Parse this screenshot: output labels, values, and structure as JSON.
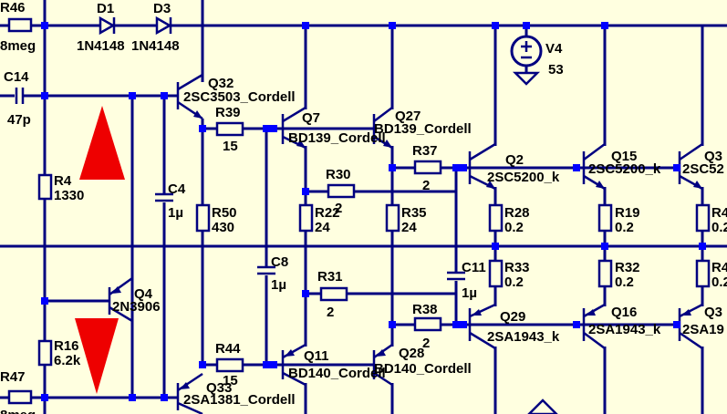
{
  "colors": {
    "background": "#ffffe0",
    "wire": "#000080",
    "junction": "#0000ff",
    "marker": "#ee0000",
    "text": "#000000"
  },
  "components": {
    "R46": {
      "ref": "R46",
      "value": "8meg"
    },
    "D1": {
      "ref": "D1",
      "value": "1N4148"
    },
    "D3": {
      "ref": "D3",
      "value": "1N4148"
    },
    "C14": {
      "ref": "C14",
      "value": "47p"
    },
    "Q32": {
      "ref": "Q32",
      "value": "2SC3503_Cordell"
    },
    "R39": {
      "ref": "R39",
      "value": "15"
    },
    "Q7": {
      "ref": "Q7",
      "value": "BD139_Cordell"
    },
    "Q27": {
      "ref": "Q27",
      "value": "BD139_Cordell"
    },
    "V4": {
      "ref": "V4",
      "value": "53"
    },
    "R4": {
      "ref": "R4",
      "value": "1330"
    },
    "C4": {
      "ref": "C4",
      "value": "1µ"
    },
    "R50": {
      "ref": "R50",
      "value": "430"
    },
    "R30": {
      "ref": "R30",
      "value": "2"
    },
    "R22": {
      "ref": "R22",
      "value": "24"
    },
    "R35": {
      "ref": "R35",
      "value": "24"
    },
    "R37": {
      "ref": "R37",
      "value": "2"
    },
    "Q2": {
      "ref": "Q2",
      "value": "2SC5200_k"
    },
    "Q15": {
      "ref": "Q15",
      "value": "2SC5200_k"
    },
    "Q3": {
      "ref": "Q3",
      "value": "2SC52"
    },
    "R28": {
      "ref": "R28",
      "value": "0.2"
    },
    "R19": {
      "ref": "R19",
      "value": "0.2"
    },
    "R4b": {
      "ref": "R4",
      "value": "0.2"
    },
    "Q4": {
      "ref": "Q4",
      "value": "2N3906"
    },
    "C8": {
      "ref": "C8",
      "value": "1µ"
    },
    "R31": {
      "ref": "R31",
      "value": "2"
    },
    "C11": {
      "ref": "C11",
      "value": "1µ"
    },
    "R33": {
      "ref": "R33",
      "value": "0.2"
    },
    "R32": {
      "ref": "R32",
      "value": "0.2"
    },
    "R4c": {
      "ref": "R4",
      "value": "0.2"
    },
    "R16": {
      "ref": "R16",
      "value": "6.2k"
    },
    "R38": {
      "ref": "R38",
      "value": "2"
    },
    "Q29": {
      "ref": "Q29",
      "value": "2SA1943_k"
    },
    "Q16": {
      "ref": "Q16",
      "value": "2SA1943_k"
    },
    "Q3b": {
      "ref": "Q3",
      "value": "2SA19"
    },
    "R44": {
      "ref": "R44",
      "value": "15"
    },
    "Q11": {
      "ref": "Q11",
      "value": "BD140_Cordell"
    },
    "Q28": {
      "ref": "Q28",
      "value": "BD140_Cordell"
    },
    "R47": {
      "ref": "R47",
      "value": ""
    },
    "Q33": {
      "ref": "Q33",
      "value": "2SA1381_Cordell"
    },
    "Rcut": {
      "ref": "",
      "value": "8meg"
    }
  }
}
